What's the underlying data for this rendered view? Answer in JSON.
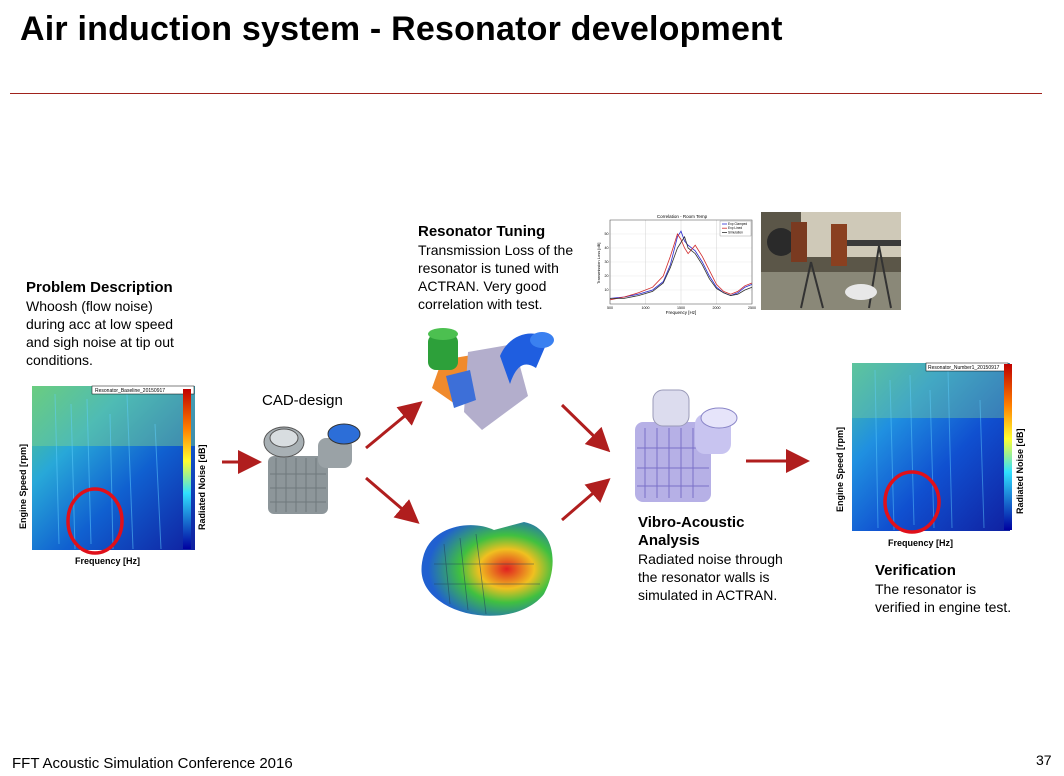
{
  "slide": {
    "title": "Air induction system - Resonator development",
    "footer": "FFT Acoustic Simulation Conference 2016",
    "page_number": "37"
  },
  "problem": {
    "heading": "Problem Description",
    "text": "Whoosh (flow noise)\nduring acc at low speed\nand sigh noise at tip out\nconditions."
  },
  "cad": {
    "label": "CAD-design"
  },
  "tuning": {
    "heading": "Resonator Tuning",
    "text": "Transmission Loss of the\nresonator is tuned with\nACTRAN. Very good\ncorrelation with test."
  },
  "vibro": {
    "heading": "Vibro-Acoustic\nAnalysis",
    "text": "Radiated noise through\nthe resonator walls is\nsimulated in ACTRAN."
  },
  "verification": {
    "heading": "Verification",
    "text": "The resonator is\nverified in engine test."
  },
  "spectrogram_left": {
    "title": "Resonator_Baseline_20150917",
    "xlabel": "Frequency [Hz]",
    "ylabel": "Engine Speed [rpm]",
    "colorbar_label": "Radiated Noise [dB]"
  },
  "spectrogram_right": {
    "title": "Resonator_Number1_20150917",
    "xlabel": "Frequency [Hz]",
    "ylabel": "Engine Speed [rpm]",
    "colorbar_label": "Radiated Noise [dB]"
  },
  "colors": {
    "accent_red": "#a0221c",
    "arrow": "#b01e1e",
    "highlight_ring": "#e0101a"
  },
  "chart_data": {
    "type": "line",
    "title": "Correlation - Room Temp",
    "xlabel": "Frequency [Hz]",
    "ylabel": "Transmission Loss [dB]",
    "xlim": [
      500,
      2500
    ],
    "ylim": [
      0,
      60
    ],
    "x_ticks": [
      "500",
      "1000",
      "1500",
      "2000",
      "2500"
    ],
    "y_ticks": [
      "10",
      "20",
      "30",
      "40",
      "50"
    ],
    "legend": "top-right",
    "x": [
      500,
      700,
      900,
      1100,
      1250,
      1350,
      1450,
      1500,
      1550,
      1600,
      1700,
      1800,
      1900,
      2000,
      2100,
      2200,
      2300,
      2400,
      2500
    ],
    "series": [
      {
        "name": "Exp Clamped",
        "color": "#2a2ad0",
        "values": [
          4,
          5,
          7,
          10,
          16,
          28,
          48,
          52,
          45,
          42,
          38,
          30,
          20,
          12,
          8,
          6,
          8,
          12,
          14
        ]
      },
      {
        "name": "Exp Lined",
        "color": "#d02a2a",
        "values": [
          3,
          5,
          8,
          12,
          20,
          34,
          50,
          46,
          40,
          36,
          42,
          34,
          24,
          14,
          9,
          7,
          9,
          13,
          15
        ]
      },
      {
        "name": "Simulation",
        "color": "#303030",
        "values": [
          4,
          4,
          6,
          9,
          15,
          26,
          40,
          44,
          48,
          40,
          36,
          28,
          18,
          11,
          8,
          6,
          7,
          10,
          12
        ]
      }
    ]
  }
}
